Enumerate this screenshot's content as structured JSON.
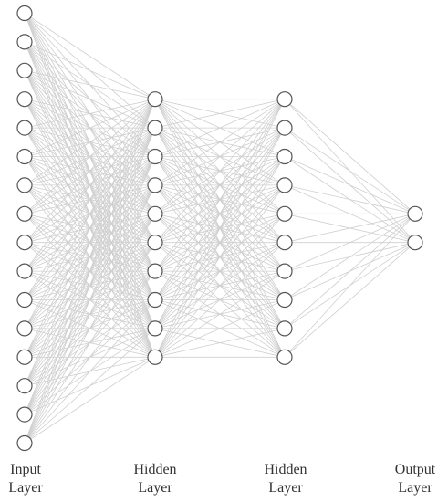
{
  "network": {
    "layers": [
      {
        "label_line1": "Input",
        "label_line2": "Layer",
        "nodes": 16
      },
      {
        "label_line1": "Hidden",
        "label_line2": "Layer",
        "nodes": 10
      },
      {
        "label_line1": "Hidden",
        "label_line2": "Layer",
        "nodes": 10
      },
      {
        "label_line1": "Output",
        "label_line2": "Layer",
        "nodes": 2
      }
    ],
    "connectivity": "fully-connected",
    "colors": {
      "edge": "#cfcfcf",
      "node_stroke": "#555555",
      "node_fill": "#ffffff",
      "label": "#333333"
    }
  }
}
